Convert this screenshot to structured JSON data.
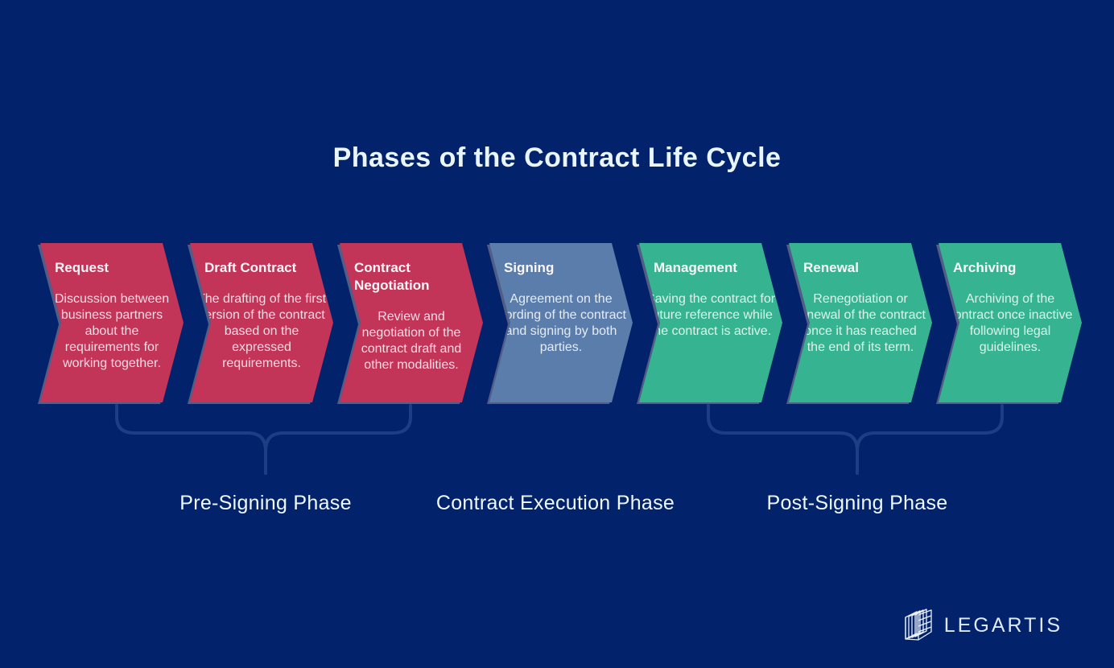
{
  "title": "Phases of the Contract Life Cycle",
  "colors": {
    "background": "#02226b",
    "pre_signing": "#c23458",
    "execution": "#5a7dab",
    "post_signing": "#36b491",
    "bracket": "#1d3e84"
  },
  "phases": [
    {
      "title": "Request",
      "description": "Discussion between business partners about the requirements for working together.",
      "group": "Pre-Signing Phase"
    },
    {
      "title": "Draft Contract",
      "description": "The drafting of the first version of the contract based on the expressed requirements.",
      "group": "Pre-Signing Phase"
    },
    {
      "title": "Contract Negotiation",
      "description": "Review and negotiation of the contract draft and other modalities.",
      "group": "Pre-Signing Phase"
    },
    {
      "title": "Signing",
      "description": "Agreement on the wording of the contract and signing by both parties.",
      "group": "Contract Execution Phase"
    },
    {
      "title": "Management",
      "description": "Saving the contract for future reference while the contract is active.",
      "group": "Post-Signing Phase"
    },
    {
      "title": "Renewal",
      "description": "Renegotiation or renewal of the contract once it has reached the end of its term.",
      "group": "Post-Signing Phase"
    },
    {
      "title": "Archiving",
      "description": "Archiving of the contract once inactive following legal guidelines.",
      "group": "Post-Signing Phase"
    }
  ],
  "groups": [
    {
      "label": "Pre-Signing Phase"
    },
    {
      "label": "Contract Execution Phase"
    },
    {
      "label": "Post-Signing Phase"
    }
  ],
  "logo": {
    "text": "LEGARTIS"
  }
}
